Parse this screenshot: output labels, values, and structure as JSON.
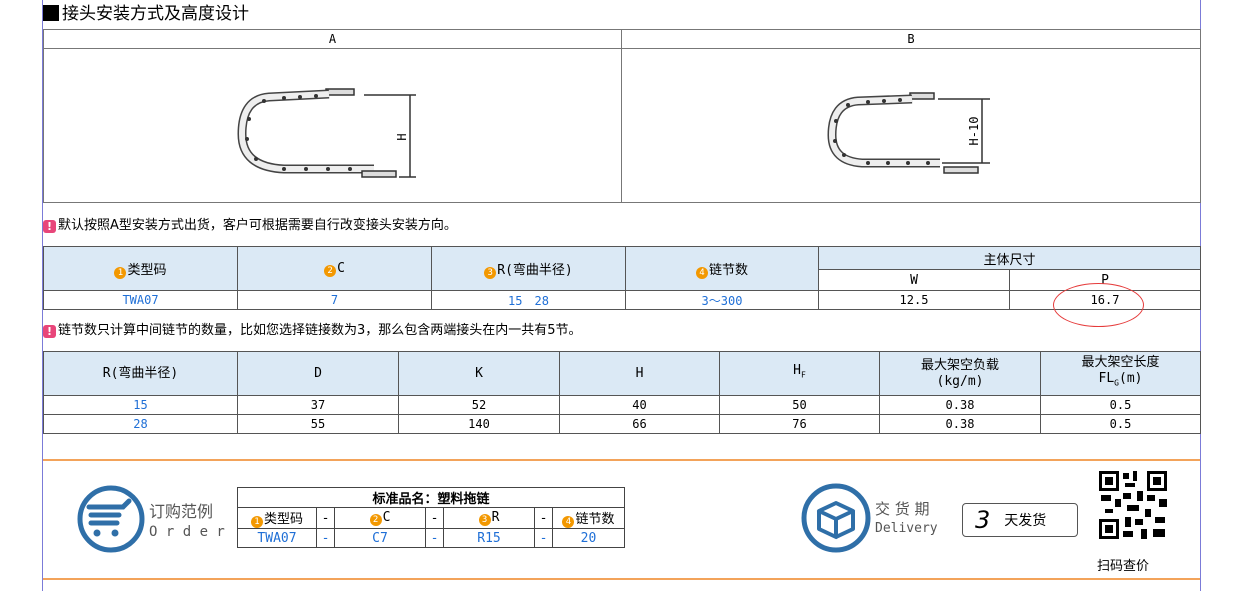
{
  "title": "接头安装方式及高度设计",
  "figures": {
    "col_a": "A",
    "col_b": "B",
    "label_a": "H",
    "label_b": "H-10"
  },
  "notes": {
    "default_install": "默认按照A型安装方式出货，客户可根据需要自行改变接头安装方向。",
    "link_count": "链节数只计算中间链节的数量，比如您选择链接数为3，那么包含两端接头在内一共有5节。"
  },
  "spec": {
    "headers": [
      "类型码",
      "C",
      "R(弯曲半径)",
      "链节数"
    ],
    "main_dims": "主体尺寸",
    "sub_headers": [
      "W",
      "P"
    ],
    "row": [
      "TWA07",
      "7",
      "15　28",
      "3～300",
      "12.5",
      "16.7"
    ]
  },
  "dims": {
    "headers": [
      "R(弯曲半径)",
      "D",
      "K",
      "H",
      "H",
      "最大架空负载",
      "(kg/m)",
      "最大架空长度",
      "FL",
      "(m)"
    ],
    "hf_sub": "F",
    "flg_sub": "G",
    "rows": [
      [
        "15",
        "37",
        "52",
        "40",
        "50",
        "0.38",
        "0.5"
      ],
      [
        "28",
        "55",
        "140",
        "66",
        "76",
        "0.38",
        "0.5"
      ]
    ]
  },
  "order": {
    "label_cn": "订购范例",
    "label_en": "O r d e r",
    "std_name": "标准品名：塑料拖链",
    "headers": [
      "类型码",
      "C",
      "R",
      "链节数"
    ],
    "dash": "-",
    "values": [
      "TWA07",
      "C7",
      "R15",
      "20"
    ]
  },
  "delivery": {
    "label_cn": "交 货 期",
    "label_en": "Delivery",
    "days": "3",
    "suffix": "天发货",
    "qr_label": "扫码查价"
  },
  "colors": {
    "accent": "#1f6fd6",
    "header_bg": "#dbe9f5",
    "orange": "#f39800",
    "warn": "#e8467a",
    "border": "#f3a35a"
  }
}
